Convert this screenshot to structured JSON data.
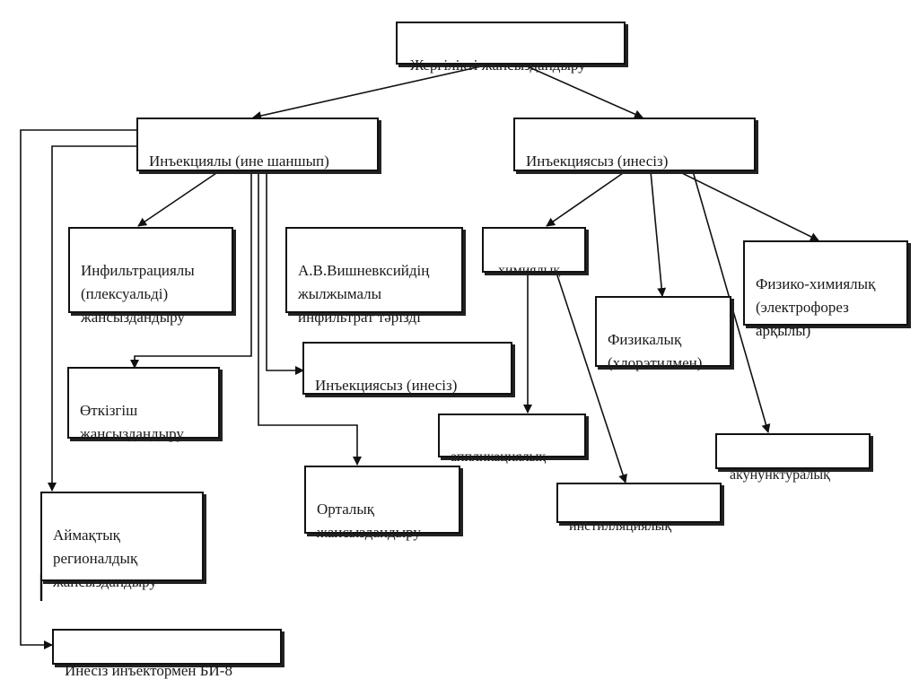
{
  "diagram": {
    "root": {
      "label": "Жергілікті жансыздандыру"
    },
    "branches": {
      "injection": {
        "label": "Инъекциялы (ине шаншып)"
      },
      "non_injection": {
        "label": "Инъекциясыз (инесіз)"
      }
    },
    "injection_children": {
      "infiltration": {
        "label": "Инфильтрациялы\n(плексуальді)\nжансыздандыру"
      },
      "vishnevsky": {
        "label": "А.В.Вишневксийдің\nжылжымалы\nинфильтрат тәрізді"
      },
      "conductive": {
        "label": "Өткізгіш\nжансыздандыру"
      },
      "needleless": {
        "label": "Инъекциясыз (инесіз)"
      },
      "central": {
        "label": "Орталық\nжансыздандыру"
      },
      "regional": {
        "label": "Аймақтық\nрегионалдық\nжансыздандыру"
      },
      "bi8": {
        "label": "Инесіз инъектормен БИ-8"
      }
    },
    "non_injection_children": {
      "chemical": {
        "label": "химиялық"
      },
      "physical": {
        "label": "Физикалық\n(хлорэтилмен)"
      },
      "physchem": {
        "label": "Физико-химиялық\n(электрофорез\nарқылы)"
      },
      "application": {
        "label": "аппликациялық"
      },
      "instillation": {
        "label": "инстилляциялық"
      },
      "acupuncture": {
        "label": "акунунктуралық"
      }
    },
    "colors": {
      "line": "#111111",
      "box_fill": "#ffffff",
      "background": "#ffffff"
    }
  }
}
